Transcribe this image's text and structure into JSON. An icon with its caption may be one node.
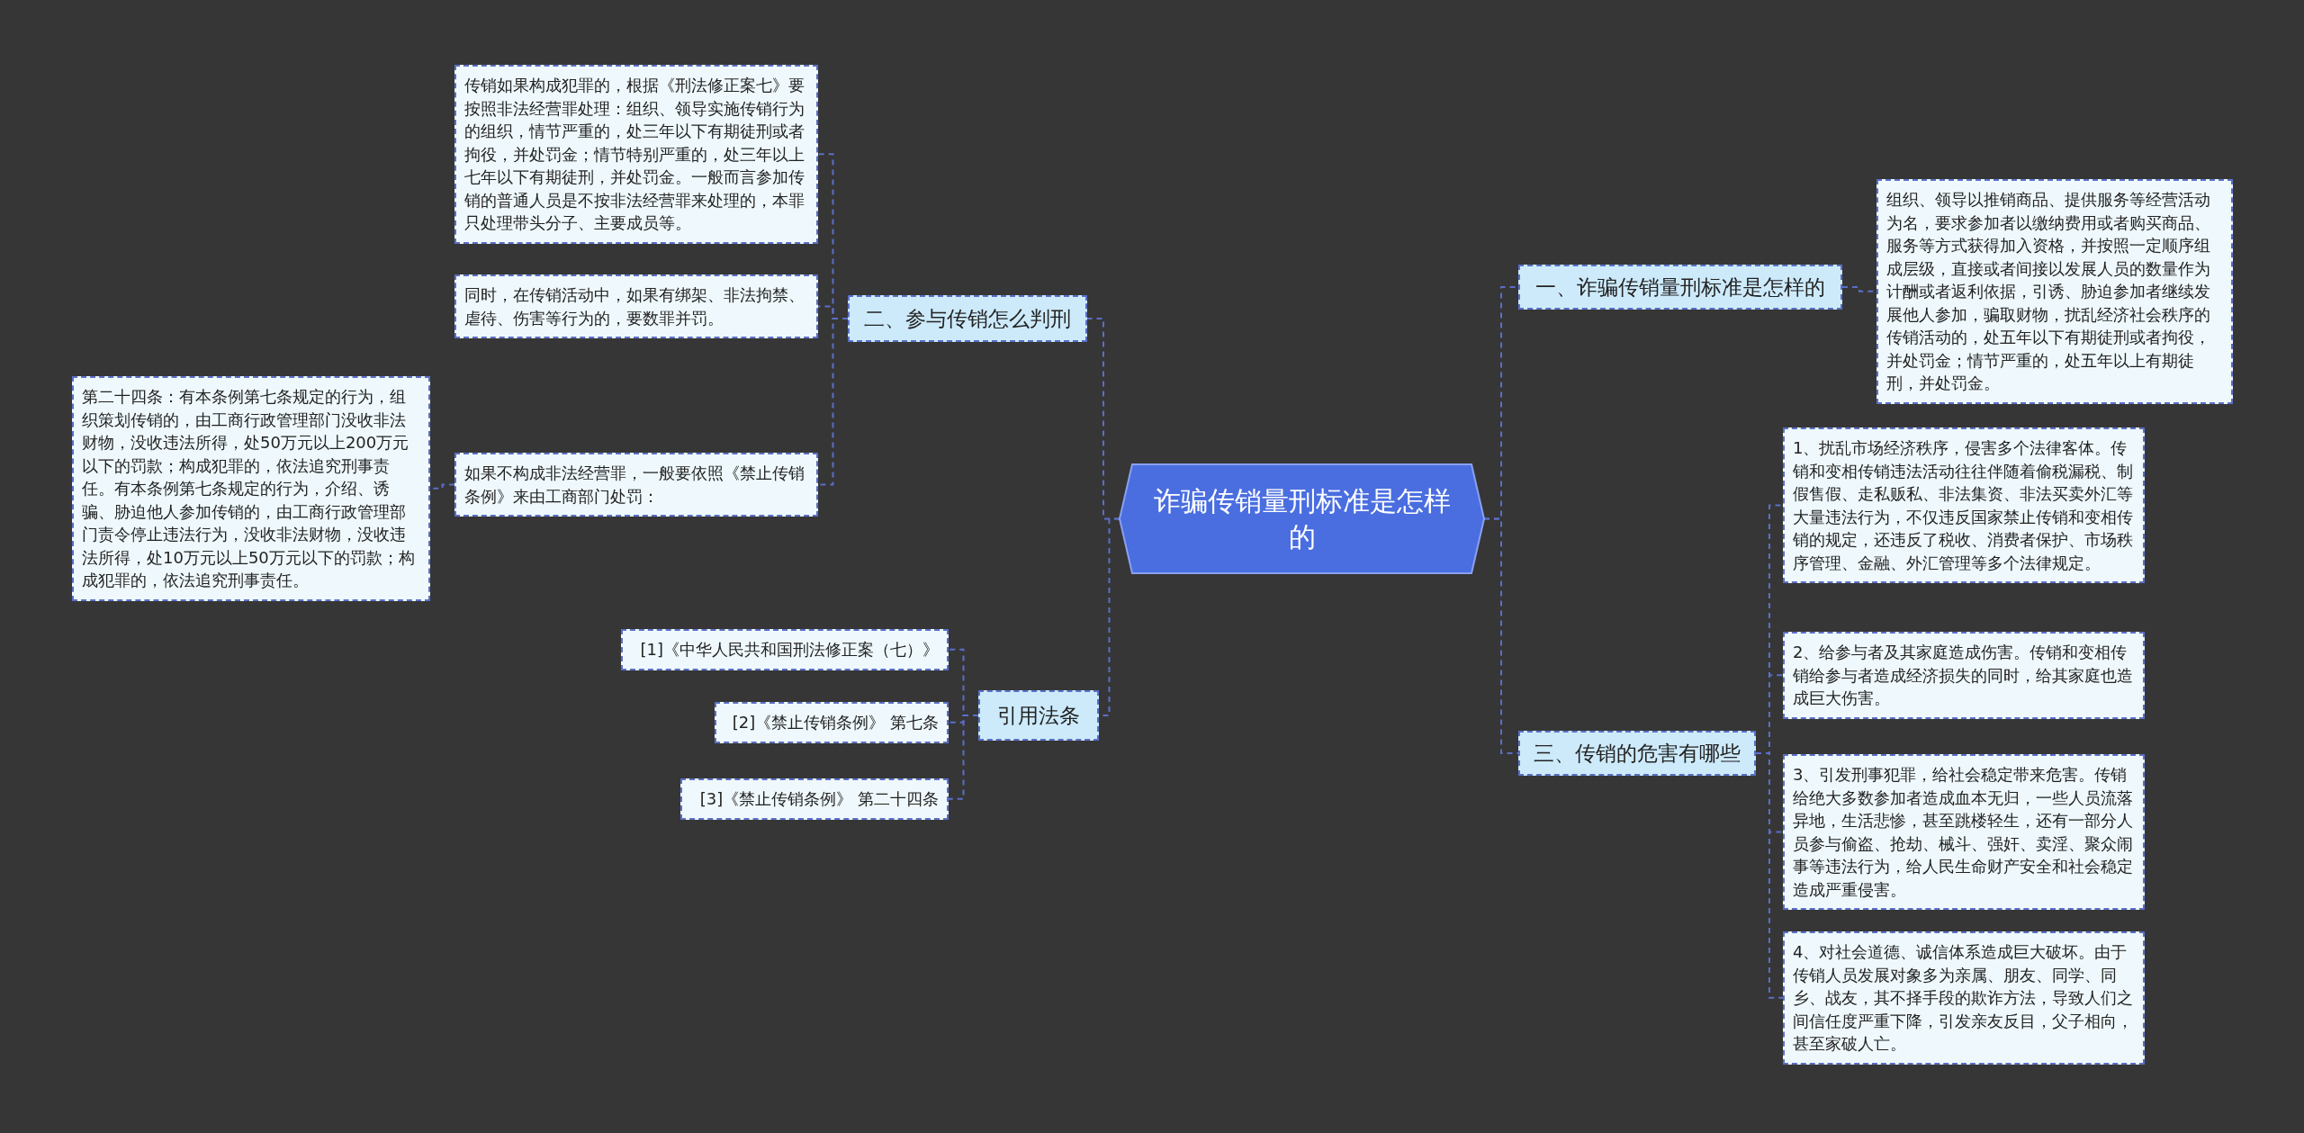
{
  "diagram": {
    "nodes": [
      {
        "text": [
          "诈骗传销量刑标准是怎样的"
        ]
      },
      {
        "text": [
          "一、诈骗传销量刑标准是怎样的"
        ]
      },
      {
        "text": [
          "组织、领导以推销商品、提供服务等经营活动为名，要求参加者以缴纳费用或者购买商品、服务等方式获得加入资格，并按照一定顺序组成层级，直接或者间接以发展人员的数量作为计酬或者返利依据，引诱、胁迫参加者继续发展他人参加，骗取财物，扰乱经济社会秩序的传销活动的，处五年以下有期徒刑或者拘役，并处罚金；情节严重的，处五年以上有期徒刑，并处罚金。"
        ]
      },
      {
        "text": [
          "三、传销的危害有哪些"
        ]
      },
      {
        "text": [
          "1、扰乱市场经济秩序，侵害多个法律客体。传销和变相传销违法活动往往伴随着偷税漏税、制假售假、走私贩私、非法集资、非法买卖外汇等大量违法行为，不仅违反国家禁止传销和变相传销的规定，还违反了税收、消费者保护、市场秩序管理、金融、外汇管理等多个法律规定。"
        ]
      },
      {
        "text": [
          "2、给参与者及其家庭造成伤害。传销和变相传销给参与者造成经济损失的同时，给其家庭也造成巨大伤害。"
        ]
      },
      {
        "text": [
          "3、引发刑事犯罪，给社会稳定带来危害。传销给绝大多数参加者造成血本无归，一些人员流落异地，生活悲惨，甚至跳楼轻生，还有一部分人员参与偷盗、抢劫、械斗、强奸、卖淫、聚众闹事等违法行为，给人民生命财产安全和社会稳定造成严重侵害。"
        ]
      },
      {
        "text": [
          "4、对社会道德、诚信体系造成巨大破坏。由于传销人员发展对象多为亲属、朋友、同学、同乡、战友，其不择手段的欺诈方法，导致人们之间信任度严重下降，引发亲友反目，父子相向，甚至家破人亡。"
        ]
      },
      {
        "text": [
          "二、参与传销怎么判刑"
        ]
      },
      {
        "text": [
          "传销如果构成犯罪的，根据《刑法修正案七》要按照非法经营罪处理：组织、领导实施传销行为的组织，情节严重的，处三年以下有期徒刑或者拘役，并处罚金；情节特别严重的，处三年以上七年以下有期徒刑，并处罚金。一般而言参加传销的普通人员是不按非法经营罪来处理的，本罪只处理带头分子、主要成员等。"
        ]
      },
      {
        "text": [
          "同时，在传销活动中，如果有绑架、非法拘禁、虐待、伤害等行为的，要数罪并罚。"
        ]
      },
      {
        "text": [
          "如果不构成非法经营罪，一般要依照《禁止传销条例》来由工商部门处罚："
        ]
      },
      {
        "text": [
          "第二十四条：有本条例第七条规定的行为，组织策划传销的，由工商行政管理部门没收非法财物，没收违法所得，处50万元以上200万元以下的罚款；构成犯罪的，依法追究刑事责任。有本条例第七条规定的行为，介绍、诱骗、胁迫他人参加传销的，由工商行政管理部门责令停止违法行为，没收非法财物，没收违法所得，处10万元以上50万元以下的罚款；构成犯罪的，依法追究刑事责任。"
        ]
      },
      {
        "text": [
          "引用法条"
        ]
      },
      {
        "text": [
          "[1]《中华人民共和国刑法修正案（七）》"
        ]
      },
      {
        "text": [
          "[2]《禁止传销条例》 第七条"
        ]
      },
      {
        "text": [
          "[3]《禁止传销条例》 第二十四条"
        ]
      }
    ],
    "edges": [
      {
        "from": 0,
        "to": 1,
        "arrow": "none"
      },
      {
        "from": 1,
        "to": 2,
        "arrow": "none"
      },
      {
        "from": 0,
        "to": 3,
        "arrow": "none"
      },
      {
        "from": 3,
        "to": 4,
        "arrow": "none"
      },
      {
        "from": 3,
        "to": 5,
        "arrow": "none"
      },
      {
        "from": 3,
        "to": 6,
        "arrow": "none"
      },
      {
        "from": 3,
        "to": 7,
        "arrow": "none"
      },
      {
        "from": 0,
        "to": 8,
        "arrow": "none"
      },
      {
        "from": 8,
        "to": 9,
        "arrow": "none"
      },
      {
        "from": 8,
        "to": 10,
        "arrow": "none"
      },
      {
        "from": 8,
        "to": 11,
        "arrow": "none"
      },
      {
        "from": 11,
        "to": 12,
        "arrow": "none"
      },
      {
        "from": 0,
        "to": 13,
        "arrow": "none"
      },
      {
        "from": 13,
        "to": 14,
        "arrow": "none"
      },
      {
        "from": 13,
        "to": 15,
        "arrow": "none"
      },
      {
        "from": 13,
        "to": 16,
        "arrow": "none"
      }
    ]
  }
}
